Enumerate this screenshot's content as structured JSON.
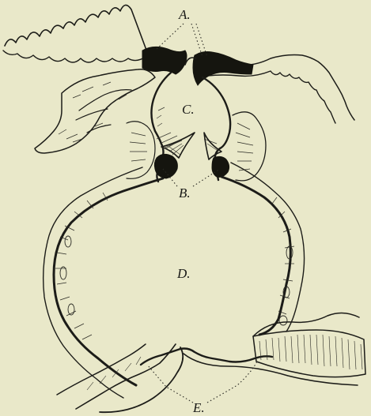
{
  "figure": {
    "labels": {
      "a": "A.",
      "b": "B.",
      "c": "C.",
      "d": "D.",
      "e": "E."
    },
    "colors": {
      "paper": "#e9e8c9",
      "ink": "#1c1c18"
    }
  }
}
